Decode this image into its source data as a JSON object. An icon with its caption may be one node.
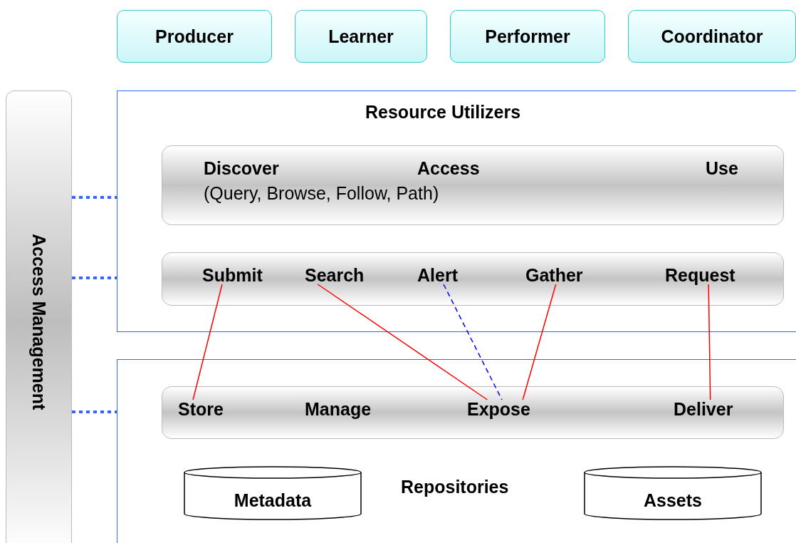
{
  "diagram": {
    "nodes": [
      {
        "text": [
          "Producer"
        ]
      },
      {
        "text": [
          "Learner"
        ]
      },
      {
        "text": [
          "Performer"
        ]
      },
      {
        "text": [
          "Coordinator"
        ]
      },
      {
        "text": [
          "Access Management"
        ]
      },
      {
        "text": [
          "Resource Utilizers"
        ]
      },
      {
        "text": [
          "Discover",
          "Access",
          "Use",
          "(Query, Browse, Follow, Path)"
        ],
        "in": 5
      },
      {
        "text": [],
        "shape": "box",
        "in": 5
      },
      {
        "text": [
          "Submit"
        ],
        "in": 7
      },
      {
        "text": [
          "Search"
        ],
        "in": 7
      },
      {
        "text": [
          "Alert"
        ],
        "in": 7
      },
      {
        "text": [
          "Gather"
        ],
        "in": 7
      },
      {
        "text": [
          "Request"
        ],
        "in": 7
      },
      {
        "text": [
          "Repositories"
        ]
      },
      {
        "text": [],
        "shape": "box",
        "in": 13
      },
      {
        "text": [
          "Store"
        ],
        "in": 14
      },
      {
        "text": [
          "Manage"
        ],
        "in": 14
      },
      {
        "text": [
          "Expose"
        ],
        "in": 14
      },
      {
        "text": [
          "Deliver"
        ],
        "in": 14
      },
      {
        "text": [
          "Metadata"
        ],
        "in": 13
      },
      {
        "text": [
          "Assets"
        ],
        "in": 13
      }
    ],
    "edges": [
      {
        "from": 4,
        "to": 5,
        "arrow": "none",
        "style": "dashed",
        "color": "#3366ff"
      },
      {
        "from": 4,
        "to": 5,
        "arrow": "none",
        "style": "dashed",
        "color": "#3366ff"
      },
      {
        "from": 4,
        "to": 13,
        "arrow": "none",
        "style": "dashed",
        "color": "#3366ff"
      },
      {
        "from": 8,
        "to": 15,
        "arrow": "none",
        "color": "#ff0000"
      },
      {
        "from": 9,
        "to": 17,
        "arrow": "none",
        "color": "#ff0000"
      },
      {
        "from": 10,
        "to": 17,
        "arrow": "none",
        "style": "dashed",
        "color": "#0000ff"
      },
      {
        "from": 11,
        "to": 17,
        "arrow": "none",
        "color": "#ff0000"
      },
      {
        "from": 12,
        "to": 18,
        "arrow": "none",
        "color": "#ff0000"
      }
    ]
  }
}
